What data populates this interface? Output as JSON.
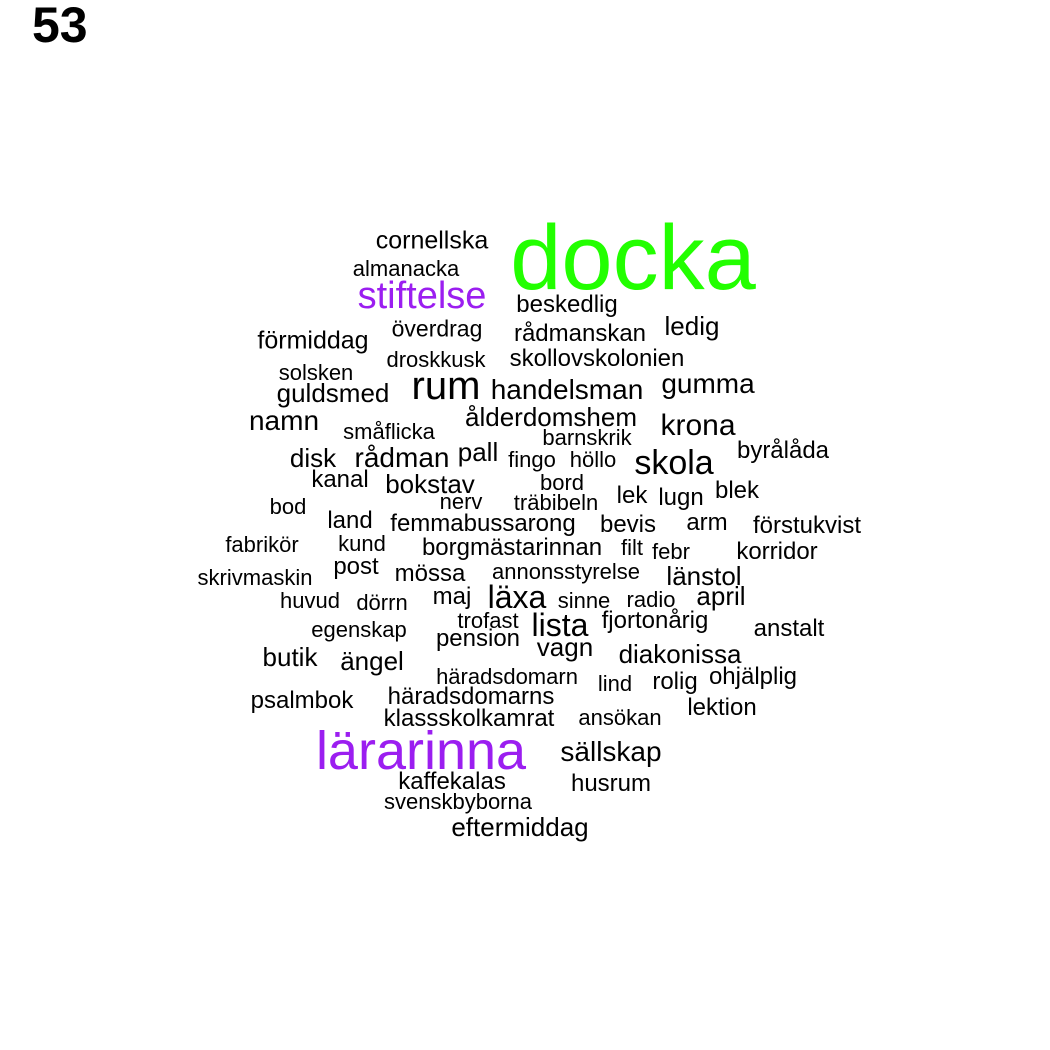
{
  "panel_number": "53",
  "colors": {
    "highlight_green": "#22ff00",
    "highlight_purple": "#9b1ef0",
    "default": "#000000"
  },
  "words": [
    {
      "text": "docka",
      "color": "green"
    },
    {
      "text": "cornellska"
    },
    {
      "text": "almanacka"
    },
    {
      "text": "stiftelse",
      "color": "purple"
    },
    {
      "text": "beskedlig"
    },
    {
      "text": "förmiddag"
    },
    {
      "text": "överdrag"
    },
    {
      "text": "rådmanskan"
    },
    {
      "text": "ledig"
    },
    {
      "text": "droskkusk"
    },
    {
      "text": "skollovskolonien"
    },
    {
      "text": "solsken"
    },
    {
      "text": "guldsmed"
    },
    {
      "text": "rum"
    },
    {
      "text": "handelsman"
    },
    {
      "text": "gumma"
    },
    {
      "text": "namn"
    },
    {
      "text": "ålderdomshem"
    },
    {
      "text": "krona"
    },
    {
      "text": "småflicka"
    },
    {
      "text": "barnskrik"
    },
    {
      "text": "byrålåda"
    },
    {
      "text": "disk"
    },
    {
      "text": "rådman"
    },
    {
      "text": "pall"
    },
    {
      "text": "fingo"
    },
    {
      "text": "höllo"
    },
    {
      "text": "skola"
    },
    {
      "text": "kanal"
    },
    {
      "text": "bokstav"
    },
    {
      "text": "bord"
    },
    {
      "text": "blek"
    },
    {
      "text": "bod"
    },
    {
      "text": "nerv"
    },
    {
      "text": "träbibeln"
    },
    {
      "text": "lek"
    },
    {
      "text": "lugn"
    },
    {
      "text": "land"
    },
    {
      "text": "femmabussarong"
    },
    {
      "text": "bevis"
    },
    {
      "text": "arm"
    },
    {
      "text": "förstukvist"
    },
    {
      "text": "fabrikör"
    },
    {
      "text": "kund"
    },
    {
      "text": "borgmästarinnan"
    },
    {
      "text": "filt"
    },
    {
      "text": "febr"
    },
    {
      "text": "korridor"
    },
    {
      "text": "skrivmaskin"
    },
    {
      "text": "post"
    },
    {
      "text": "mössa"
    },
    {
      "text": "annonsstyrelse"
    },
    {
      "text": "länstol"
    },
    {
      "text": "huvud"
    },
    {
      "text": "dörrn"
    },
    {
      "text": "maj"
    },
    {
      "text": "läxa"
    },
    {
      "text": "sinne"
    },
    {
      "text": "radio"
    },
    {
      "text": "april"
    },
    {
      "text": "egenskap"
    },
    {
      "text": "trofast"
    },
    {
      "text": "lista"
    },
    {
      "text": "fjortonårig"
    },
    {
      "text": "anstalt"
    },
    {
      "text": "pension"
    },
    {
      "text": "butik"
    },
    {
      "text": "vagn"
    },
    {
      "text": "diakonissa"
    },
    {
      "text": "ängel"
    },
    {
      "text": "häradsdomarn"
    },
    {
      "text": "lind"
    },
    {
      "text": "rolig"
    },
    {
      "text": "ohjälplig"
    },
    {
      "text": "psalmbok"
    },
    {
      "text": "häradsdomarns"
    },
    {
      "text": "lektion"
    },
    {
      "text": "klassskolkamrat"
    },
    {
      "text": "ansökan"
    },
    {
      "text": "lärarinna",
      "color": "purple"
    },
    {
      "text": "sällskap"
    },
    {
      "text": "kaffekalas"
    },
    {
      "text": "husrum"
    },
    {
      "text": "svenskbyborna"
    },
    {
      "text": "eftermiddag"
    }
  ]
}
